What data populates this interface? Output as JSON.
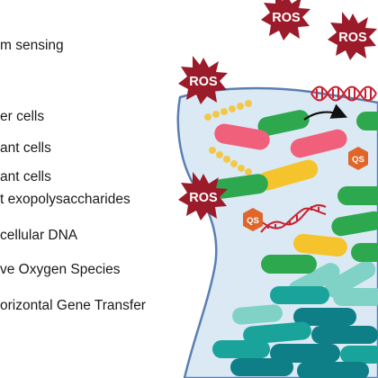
{
  "legend": {
    "items": [
      "m sensing",
      "er cells",
      "ant cells",
      "ant cells",
      "t exopolysaccharides",
      "cellular DNA",
      "ve Oxygen Species",
      "orizontal Gene Transfer"
    ]
  },
  "badges": {
    "ros_label": "ROS",
    "qs_label": "QS"
  },
  "colors": {
    "ros_fill": "#9b1b2a",
    "qs_fill": "#e0652a",
    "matrix_fill": "#dbe9f5",
    "matrix_stroke": "#5b7fb0",
    "dna_red": "#c8202f",
    "bead_yellow": "#f2c84a",
    "green_cell": "#2ea84e",
    "pink_cell": "#f0607a",
    "yellow_cell": "#f5c42c",
    "teal_cell": "#1aa39a",
    "dark_teal_cell": "#0e7f86",
    "light_teal_cell": "#7fd2c5"
  },
  "icons": [
    "ros-burst-icon",
    "qs-badge-icon",
    "dna-helix-icon",
    "arrow-icon"
  ]
}
